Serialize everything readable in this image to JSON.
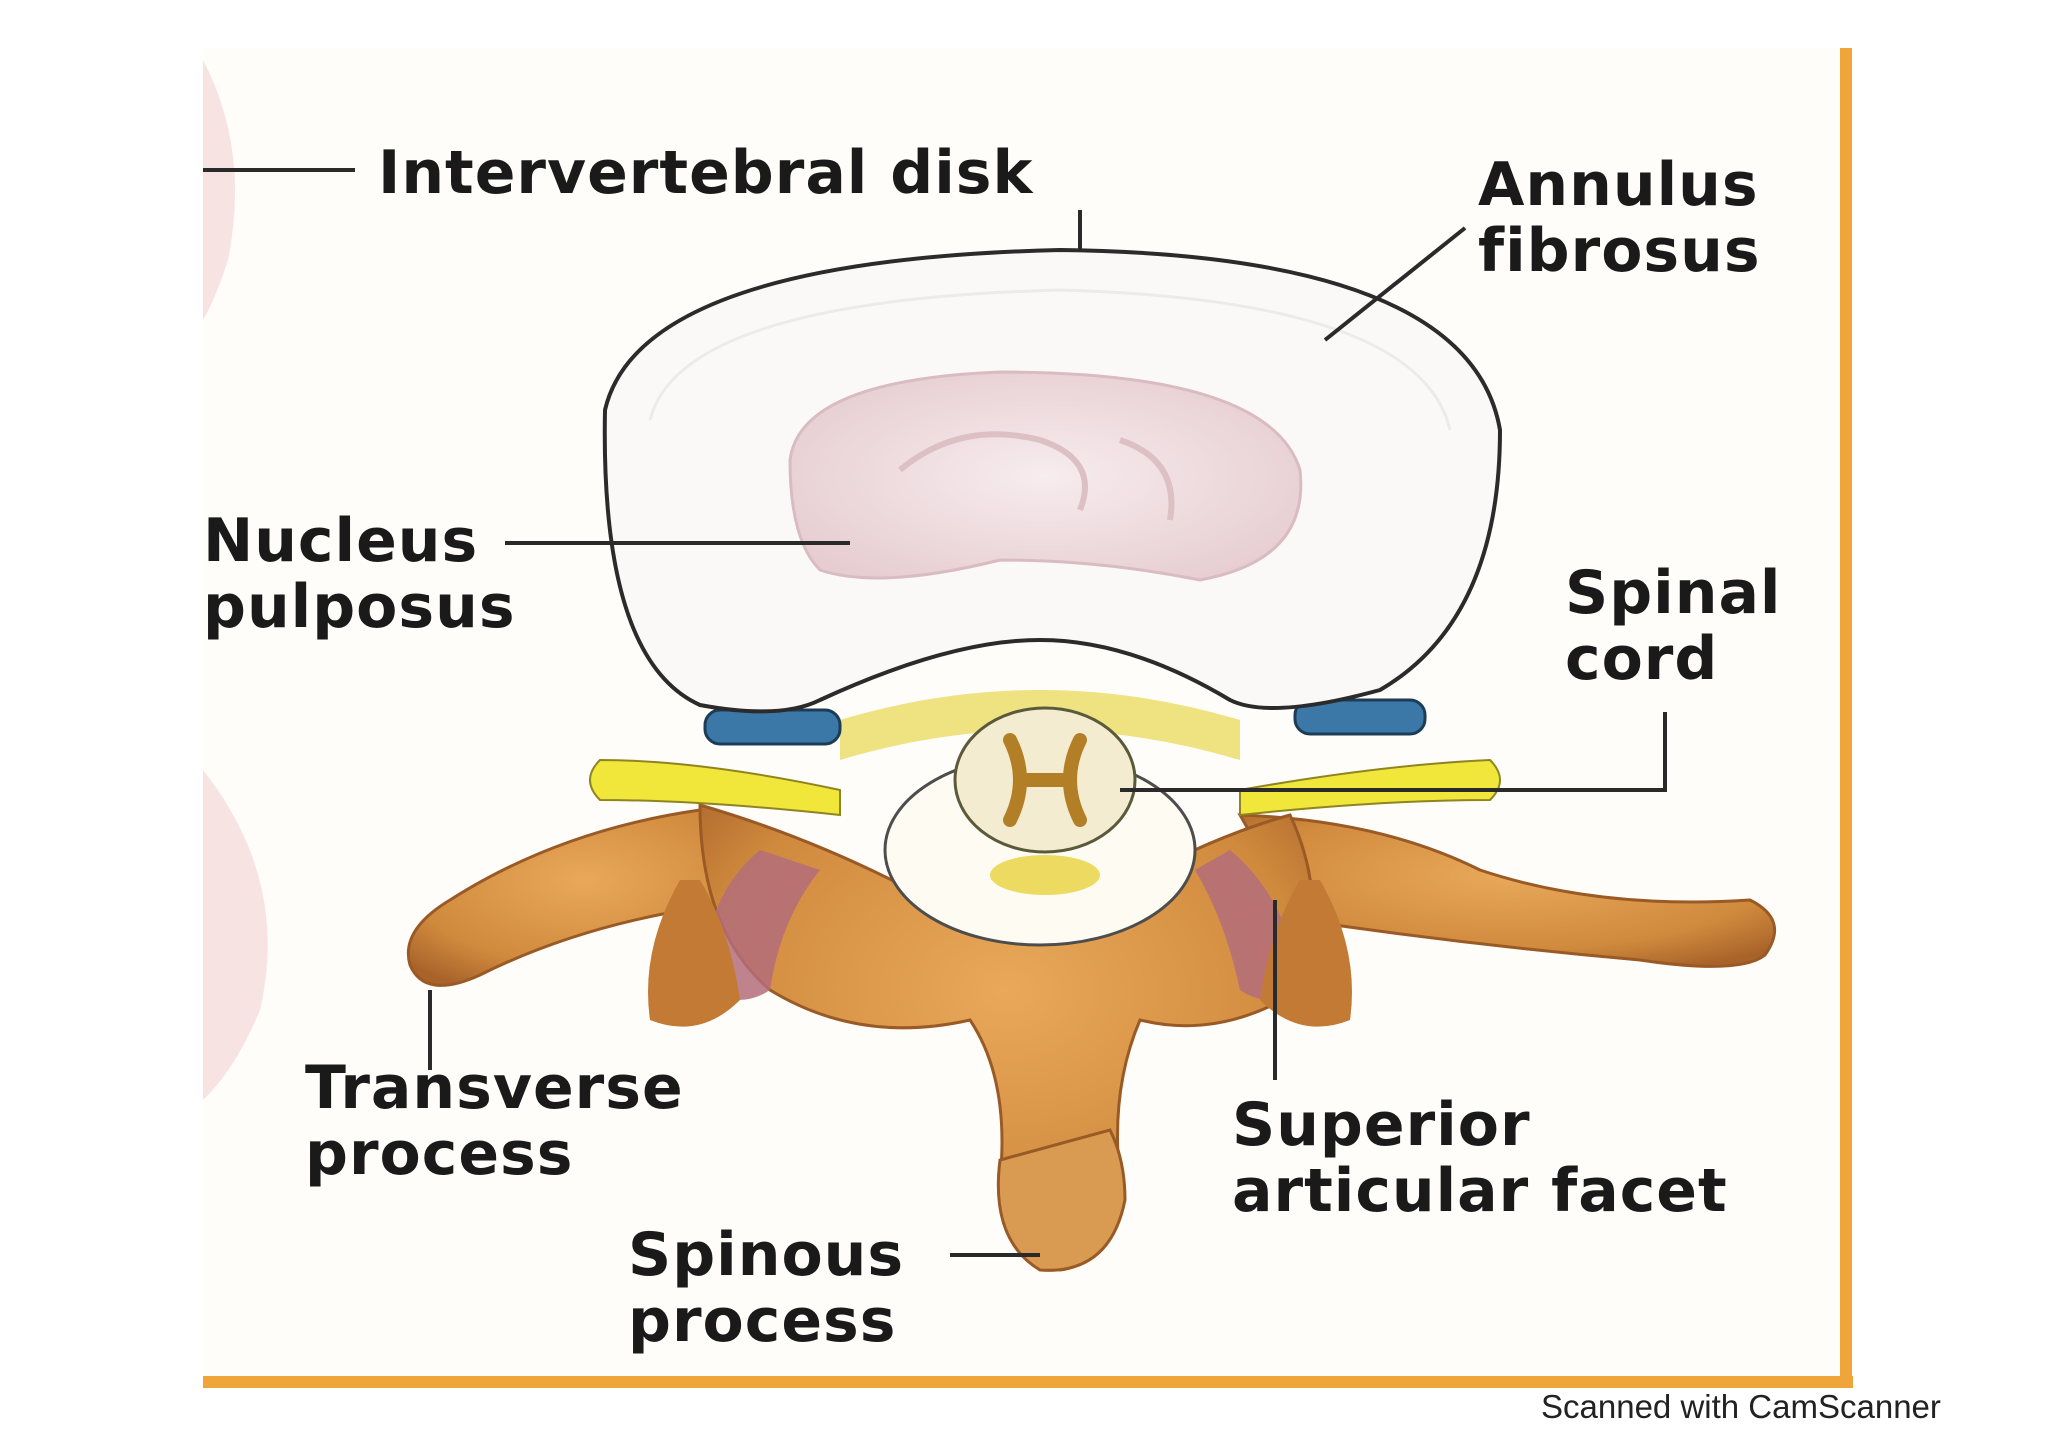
{
  "labels": {
    "intervertebral_disk": "Intervertebral disk",
    "annulus_fibrosus": [
      "Annulus",
      "fibrosus"
    ],
    "nucleus_pulposus": [
      "Nucleus",
      "pulposus"
    ],
    "spinal_cord": [
      "Spinal",
      "cord"
    ],
    "transverse_process": [
      "Transverse",
      "process"
    ],
    "superior_articular_facet": [
      "Superior",
      "articular facet"
    ],
    "spinous_process": [
      "Spinous",
      "process"
    ]
  },
  "watermark": "Scanned with CamScanner",
  "colors": {
    "frame": "#f0a53a",
    "bone": "#d9913f",
    "bone_shadow": "#a8622a",
    "disk": "#fbf9f8",
    "nucleus": "#f1e0e2",
    "nerve": "#f1e73a",
    "cord": "#f4ecd0",
    "ligament_blue": "#3b78a8",
    "leader_line": "#2a2a2a"
  }
}
